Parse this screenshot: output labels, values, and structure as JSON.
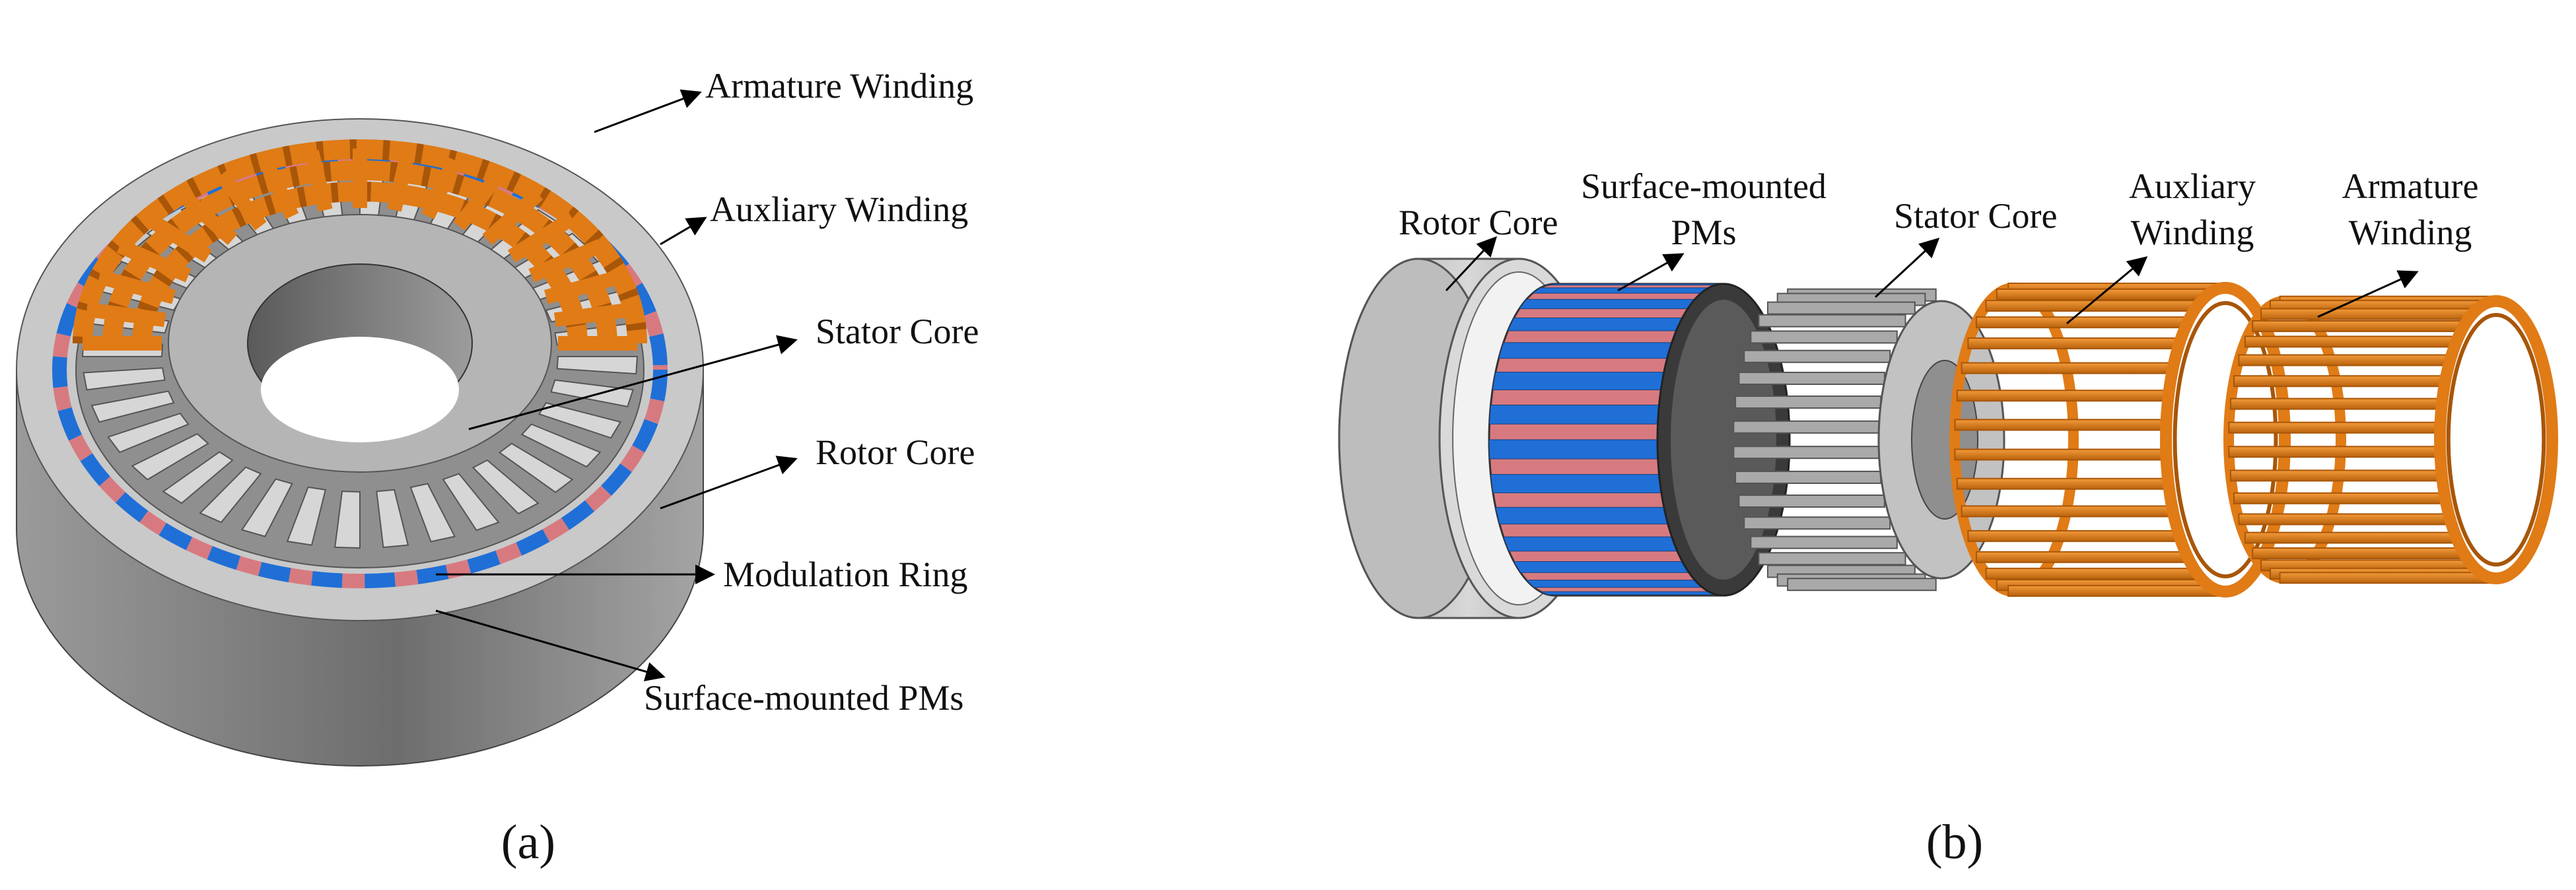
{
  "panel_a": {
    "labels": {
      "armature_winding": "Armature Winding",
      "auxiliary_winding": "Auxliary Winding",
      "stator_core": "Stator Core",
      "rotor_core": "Rotor Core",
      "modulation_ring": "Modulation Ring",
      "surface_mounted_pms": "Surface-mounted PMs"
    },
    "caption": "(a)"
  },
  "panel_b": {
    "labels": {
      "rotor_core": "Rotor Core",
      "pms_line1": "Surface-mounted",
      "pms_line2": "PMs",
      "stator_core": "Stator Core",
      "aux_line1": "Auxliary",
      "aux_line2": "Winding",
      "arm_line1": "Armature",
      "arm_line2": "Winding"
    },
    "caption": "(b)"
  },
  "colors": {
    "steel": "#b8b8b8",
    "steel_dark": "#7a7a7a",
    "copper": "#e07b16",
    "copper_dark": "#a85608",
    "pm_red": "#d77a80",
    "pm_blue": "#1f6fd6"
  }
}
